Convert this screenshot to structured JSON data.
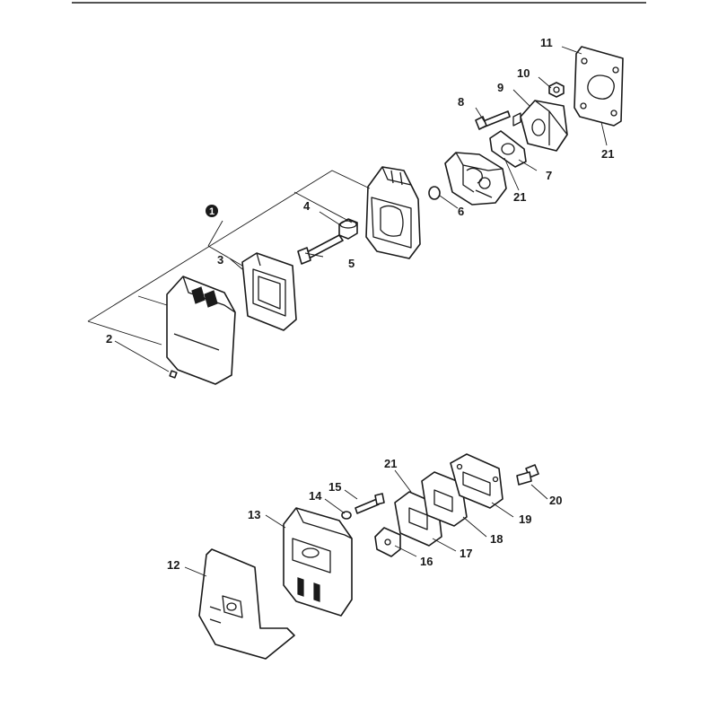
{
  "callouts": {
    "c1": "1",
    "c2": "2",
    "c3": "3",
    "c4": "4",
    "c5": "5",
    "c6": "6",
    "c7": "7",
    "c8": "8",
    "c9": "9",
    "c10": "10",
    "c11": "11",
    "c21a": "21",
    "c21b": "21",
    "c12": "12",
    "c13": "13",
    "c14": "14",
    "c15": "15",
    "c16": "16",
    "c17": "17",
    "c18": "18",
    "c19": "19",
    "c20": "20",
    "c21c": "21"
  }
}
